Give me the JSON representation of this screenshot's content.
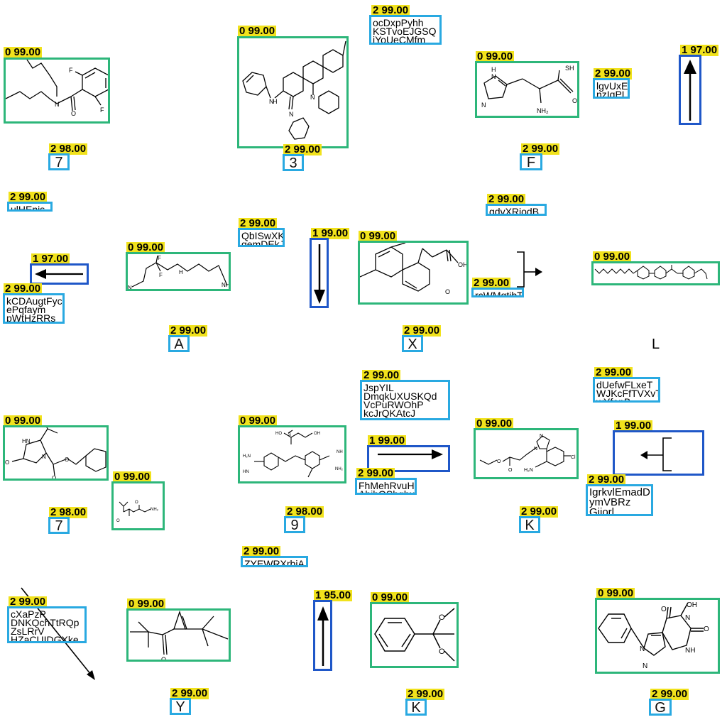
{
  "detections": [
    {
      "id": "mol-1",
      "kind": "molecule",
      "tag": "0 99.00"
    },
    {
      "id": "mol-2",
      "kind": "molecule",
      "tag": "0 99.00"
    },
    {
      "id": "txt-1",
      "kind": "text",
      "tag": "2 99.00",
      "text": "ocDxpPyhh\nKSTvoEJGSQ\njYoUeCMfm"
    },
    {
      "id": "mol-3",
      "kind": "molecule",
      "tag": "0 99.00"
    },
    {
      "id": "txt-2",
      "kind": "text",
      "tag": "2 99.00",
      "text": "lgvUxEj\nnzIqPL"
    },
    {
      "id": "arr-1",
      "kind": "arrow",
      "tag": "1 97.00"
    },
    {
      "id": "lbl-1",
      "kind": "label",
      "tag": "2 98.00",
      "text": "7"
    },
    {
      "id": "lbl-2",
      "kind": "label",
      "tag": "2 99.00",
      "text": "3"
    },
    {
      "id": "lbl-3",
      "kind": "label",
      "tag": "2 99.00",
      "text": "F"
    },
    {
      "id": "txt-3",
      "kind": "text",
      "tag": "2 99.00",
      "text": "ulHEnis"
    },
    {
      "id": "txt-4",
      "kind": "text",
      "tag": "2 99.00",
      "text": "gdvXRjodB"
    },
    {
      "id": "txt-5",
      "kind": "text",
      "tag": "2 99.00",
      "text": "QbISwXK\ngemDEkJ"
    },
    {
      "id": "arr-2",
      "kind": "arrow",
      "tag": "1 99.00"
    },
    {
      "id": "mol-4",
      "kind": "molecule",
      "tag": "0 99.00"
    },
    {
      "id": "arr-3",
      "kind": "arrow",
      "tag": "1 97.00"
    },
    {
      "id": "mol-5",
      "kind": "molecule",
      "tag": "0 99.00"
    },
    {
      "id": "txt-6",
      "kind": "text",
      "tag": "2 99.00",
      "text": "kCDAugtFyc\nePqfaym\npWtHzRRs"
    },
    {
      "id": "txt-7",
      "kind": "text",
      "tag": "2 99.00",
      "text": "rcWMqtibT"
    },
    {
      "id": "mol-6",
      "kind": "molecule",
      "tag": "0 99.00"
    },
    {
      "id": "lbl-4",
      "kind": "label",
      "tag": "2 99.00",
      "text": "A"
    },
    {
      "id": "lbl-5",
      "kind": "label",
      "tag": "2 99.00",
      "text": "X"
    },
    {
      "id": "txt-8",
      "kind": "text",
      "tag": "2 99.00",
      "text": "JspYIL\nDmqkUXUSKQd\nVcPuRWOhP\nkcJrQKAtcJ"
    },
    {
      "id": "txt-9",
      "kind": "text",
      "tag": "2 99.00",
      "text": "dUefwFLxeT\nWJKcFfTVXvT\nwYfepB"
    },
    {
      "id": "mol-7",
      "kind": "molecule",
      "tag": "0 99.00"
    },
    {
      "id": "mol-8",
      "kind": "molecule",
      "tag": "0 99.00"
    },
    {
      "id": "arr-4",
      "kind": "arrow",
      "tag": "1 99.00"
    },
    {
      "id": "mol-9",
      "kind": "molecule",
      "tag": "0 99.00"
    },
    {
      "id": "arr-5",
      "kind": "arrow",
      "tag": "1 99.00"
    },
    {
      "id": "mol-10",
      "kind": "molecule",
      "tag": "0 99.00"
    },
    {
      "id": "txt-10",
      "kind": "text",
      "tag": "2 99.00",
      "text": "FhMehRvuH\nAbjhOShghul"
    },
    {
      "id": "txt-11",
      "kind": "text",
      "tag": "2 99.00",
      "text": "IgrkvlEmadD\nymVBRz\nGjjorl"
    },
    {
      "id": "lbl-6",
      "kind": "label",
      "tag": "2 98.00",
      "text": "7"
    },
    {
      "id": "lbl-7",
      "kind": "label",
      "tag": "2 98.00",
      "text": "9"
    },
    {
      "id": "lbl-8",
      "kind": "label",
      "tag": "2 99.00",
      "text": "K"
    },
    {
      "id": "txt-12",
      "kind": "text",
      "tag": "2 99.00",
      "text": "ZYEWRXrbiA"
    },
    {
      "id": "txt-13",
      "kind": "text",
      "tag": "2 99.00",
      "text": "cXaPzP\nDNKQchTtRQp\nZsLRrV\nHZaCUIDGXke"
    },
    {
      "id": "mol-11",
      "kind": "molecule",
      "tag": "0 99.00"
    },
    {
      "id": "arr-6",
      "kind": "arrow",
      "tag": "1 95.00"
    },
    {
      "id": "mol-12",
      "kind": "molecule",
      "tag": "0 99.00"
    },
    {
      "id": "mol-13",
      "kind": "molecule",
      "tag": "0 99.00"
    },
    {
      "id": "lbl-9",
      "kind": "label",
      "tag": "2 99.00",
      "text": "Y"
    },
    {
      "id": "lbl-10",
      "kind": "label",
      "tag": "2 99.00",
      "text": "K"
    },
    {
      "id": "lbl-11",
      "kind": "label",
      "tag": "2 99.00",
      "text": "G"
    }
  ],
  "loose_text": {
    "l": "L"
  },
  "atoms": {
    "F": "F",
    "N": "N",
    "O": "O",
    "H": "H",
    "NH": "NH",
    "NH2": "NH₂",
    "HN": "HN",
    "SH": "SH",
    "OH": "OH",
    "HO": "HO",
    "S": "S",
    "H2N": "H₂N",
    "Cl": "Cl"
  },
  "colors": {
    "molecule": "#2db67a",
    "arrow": "#1f57c8",
    "text": "#29a9e1",
    "tag": "#f1e21c"
  }
}
